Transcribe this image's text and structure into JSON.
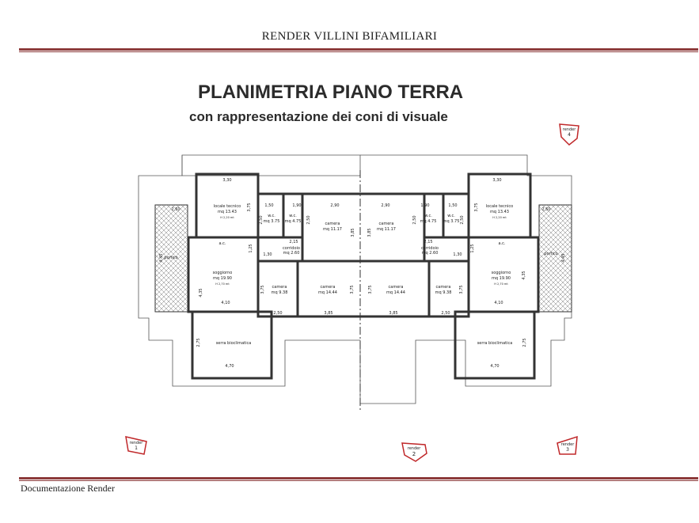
{
  "header": {
    "title": "RENDER VILLINI BIFAMILIARI"
  },
  "plan": {
    "title": "PLANIMETRIA PIANO TERRA",
    "subtitle": "con rappresentazione dei coni di visuale"
  },
  "rooms": {
    "locale_tecnico_l": {
      "name": "locale tecnico",
      "area": "mq 13.43",
      "height": "H 2,20 mt"
    },
    "locale_tecnico_r": {
      "name": "locale tecnico",
      "area": "mq 13.43",
      "height": "H 2,20 mt"
    },
    "wc_l1": {
      "name": "w.c.",
      "area": "mq 3.75"
    },
    "wc_l2": {
      "name": "w.c.",
      "area": "mq 4.75"
    },
    "wc_r1": {
      "name": "w.c.",
      "area": "mq 4.75"
    },
    "wc_r2": {
      "name": "w.c.",
      "area": "mq 3.75"
    },
    "camera_lc": {
      "name": "camera",
      "area": "mq 11.17"
    },
    "camera_rc": {
      "name": "camera",
      "area": "mq 11.17"
    },
    "corridoio_l": {
      "name": "corridoio",
      "area": "mq 2.60"
    },
    "corridoio_r": {
      "name": "corridoio",
      "area": "mq 2.60"
    },
    "soggiorno_l": {
      "name": "soggiorno",
      "area": "mq 19.90",
      "height": "H 2,70 mt"
    },
    "soggiorno_r": {
      "name": "soggiorno",
      "area": "mq 19.90",
      "height": "H 2,70 mt"
    },
    "camera_l1": {
      "name": "camera",
      "area": "mq 9.38"
    },
    "camera_l2": {
      "name": "camera",
      "area": "mq 14.44"
    },
    "camera_r2": {
      "name": "camera",
      "area": "mq 14.44"
    },
    "camera_r1": {
      "name": "camera",
      "area": "mq 9.38"
    },
    "serra_l": {
      "name": "serra bioclimatica"
    },
    "serra_r": {
      "name": "serra bioclimatica"
    },
    "portico_l": {
      "name": "portico"
    },
    "portico_r": {
      "name": "portico"
    },
    "ac_l": {
      "name": "a.c."
    },
    "ac_r": {
      "name": "a.c."
    }
  },
  "dimensions": {
    "d330_l": "3,30",
    "d330_r": "3,30",
    "d250_l": "2,50",
    "d250_r": "2,50",
    "d150_l": "1,50",
    "d190_l": "1,90",
    "d290_l": "2,90",
    "d290_r": "2,90",
    "d190_r": "1,90",
    "d150_r": "1,50",
    "d375_tl": "3,75",
    "d375_tr": "3,75",
    "d250_wl": "2,50",
    "d250_wl2": "2,50",
    "d250_wr": "2,50",
    "d250_wr2": "2,50",
    "d385_vl": "3,85",
    "d385_vr": "3,85",
    "d215_l": "2,15",
    "d215_r": "2,15",
    "d130_l": "1,30",
    "d130_r": "1,30",
    "d125_l": "1,25",
    "d125_r": "1,25",
    "d445_l": "4,45",
    "d445_r": "4,45",
    "d435_l": "4,35",
    "d435_r": "4,35",
    "d410_l": "4,10",
    "d410_r": "4,10",
    "d250_bl": "2,50",
    "d385_bl": "3,85",
    "d385_br": "3,85",
    "d250_br": "2,50",
    "d375_cl": "3,75",
    "d375_cl2": "3,75",
    "d375_cr": "3,75",
    "d375_cr2": "3,75",
    "d275_l": "2,75",
    "d275_r": "2,75",
    "d470_l": "4,70",
    "d470_r": "4,70"
  },
  "markers": [
    {
      "label": "render",
      "number": "1"
    },
    {
      "label": "render",
      "number": "2"
    },
    {
      "label": "render",
      "number": "3"
    },
    {
      "label": "render",
      "number": "4"
    }
  ],
  "footer": {
    "text": "Documentazione Render"
  },
  "colors": {
    "rule": "#8c3a3a",
    "marker": "#c0282a",
    "wall": "#333333",
    "text": "#222222"
  }
}
